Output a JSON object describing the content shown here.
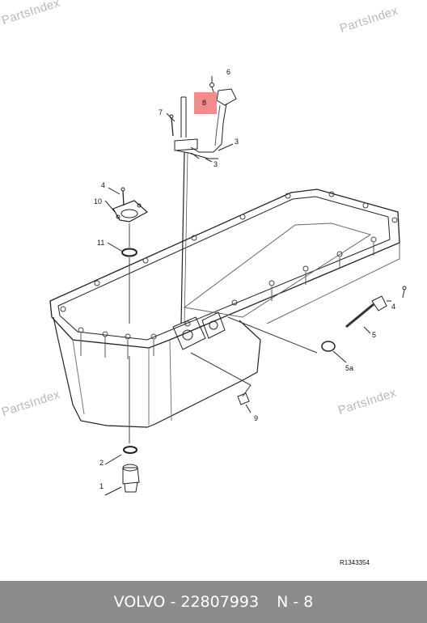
{
  "watermark": {
    "text": "PartsIndex"
  },
  "callouts": {
    "c1": "1",
    "c2": "2",
    "c3a": "3",
    "c3b": "3",
    "c4a": "4",
    "c4b": "4",
    "c5": "5",
    "c5a": "5a",
    "c6": "6",
    "c7": "7",
    "c8": "8",
    "c9": "9",
    "c10": "10",
    "c11": "11"
  },
  "reference": "R1343354",
  "footer": {
    "brand": "VOLVO",
    "dash": "-",
    "part_number": "22807993",
    "position": "N - 8"
  },
  "colors": {
    "footer_bg": "#8c8c8c",
    "highlight": "#f28b8b",
    "watermark": "#b9b9b9"
  }
}
